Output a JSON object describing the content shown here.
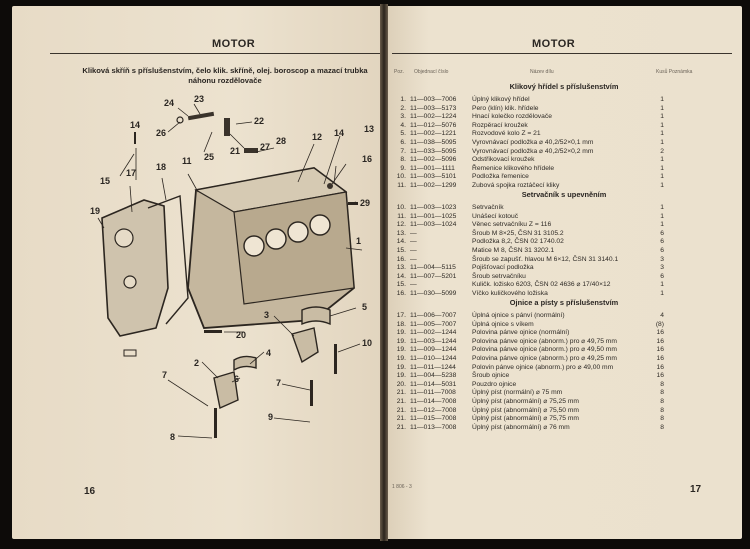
{
  "left_page": {
    "header": "MOTOR",
    "caption_line1": "Kliková skříň s příslušenstvím, čelo klik. skříně, olej. boroscop a mazací trubka",
    "caption_line2": "náhonu rozdělovače",
    "page_number": "16",
    "callouts": [
      "1",
      "2",
      "3",
      "4",
      "5",
      "6",
      "7",
      "7",
      "8",
      "9",
      "10",
      "11",
      "12",
      "13",
      "14",
      "14",
      "15",
      "16",
      "17",
      "18",
      "19",
      "20",
      "21",
      "22",
      "23",
      "24",
      "25",
      "26",
      "27",
      "28",
      "29"
    ]
  },
  "right_page": {
    "header": "MOTOR",
    "column_headers": {
      "position": "Poz.",
      "part_number": "Objednací číslo",
      "name": "Název dílu",
      "qty": "Kusů Poznámka"
    },
    "page_number": "17",
    "footer_code": "1 806 - 3",
    "sections": [
      {
        "title": "Klikový hřídel s příslušenstvím",
        "rows": [
          {
            "n": "1.",
            "part": "11—003—7006",
            "name": "Úplný klikový hřídel",
            "qty": "1"
          },
          {
            "n": "2.",
            "part": "11—003—5173",
            "name": "Pero (klín) klik. hřídele",
            "qty": "1"
          },
          {
            "n": "3.",
            "part": "11—002—1224",
            "name": "Hnací kolečko rozdělovače",
            "qty": "1"
          },
          {
            "n": "4.",
            "part": "11—012—5076",
            "name": "Rozpěrací kroužek",
            "qty": "1"
          },
          {
            "n": "5.",
            "part": "11—002—1221",
            "name": "Rozvodové kolo Z = 21",
            "qty": "1"
          },
          {
            "n": "6.",
            "part": "11—038—5095",
            "name": "Vyrovnávací podložka ⌀ 40,2/52×0,1 mm",
            "qty": "1"
          },
          {
            "n": "7.",
            "part": "11—033—5095",
            "name": "Vyrovnávací podložka ⌀ 40,2/52×0,2 mm",
            "qty": "2"
          },
          {
            "n": "8.",
            "part": "11—002—5096",
            "name": "Odstřikovací kroužek",
            "qty": "1"
          },
          {
            "n": "9.",
            "part": "11—001—1111",
            "name": "Řemenice klikového hřídele",
            "qty": "1"
          },
          {
            "n": "10.",
            "part": "11—003—5101",
            "name": "Podložka řemenice",
            "qty": "1"
          },
          {
            "n": "11.",
            "part": "11—002—1299",
            "name": "Zubová spojka roztáčecí kliky",
            "qty": "1"
          }
        ]
      },
      {
        "title": "Setrvačník s upevněním",
        "rows": [
          {
            "n": "10.",
            "part": "11—003—1023",
            "name": "Setrvačník",
            "qty": "1"
          },
          {
            "n": "11.",
            "part": "11—001—1025",
            "name": "Unášecí kotouč",
            "qty": "1"
          },
          {
            "n": "12.",
            "part": "11—003—1024",
            "name": "Věnec setrvačníku Z = 116",
            "qty": "1"
          },
          {
            "n": "13.",
            "part": "—",
            "name": "Šroub M 8×25, ČSN 31 3105.2",
            "qty": "6"
          },
          {
            "n": "14.",
            "part": "—",
            "name": "Podložka 8,2, ČSN 02 1740.02",
            "qty": "6"
          },
          {
            "n": "15.",
            "part": "—",
            "name": "Matice M 8, ČSN 31 3202.1",
            "qty": "6"
          },
          {
            "n": "16.",
            "part": "—",
            "name": "Šroub se zapušť. hlavou M 6×12, ČSN 31 3140.1",
            "qty": "3"
          },
          {
            "n": "13.",
            "part": "11—004—5115",
            "name": "Pojišťovací podložka",
            "qty": "3"
          },
          {
            "n": "14.",
            "part": "11—007—5201",
            "name": "Šroub setrvačníku",
            "qty": "6"
          },
          {
            "n": "15.",
            "part": "—",
            "name": "Kuličk. ložisko 6203, ČSN 02 4636 ⌀ 17/40×12",
            "qty": "1"
          },
          {
            "n": "16.",
            "part": "11—030—5099",
            "name": "Víčko kuličkového ložiska",
            "qty": "1"
          }
        ]
      },
      {
        "title": "Ojnice a písty s příslušenstvím",
        "rows": [
          {
            "n": "17.",
            "part": "11—006—7007",
            "name": "Úplná ojnice s pánví (normální)",
            "qty": "4"
          },
          {
            "n": "18.",
            "part": "11—005—7007",
            "name": "Úplná ojnice s víkem",
            "qty": "(8)"
          },
          {
            "n": "19.",
            "part": "11—002—1244",
            "name": "Polovina pánve ojnice (normální)",
            "qty": "16"
          },
          {
            "n": "19.",
            "part": "11—003—1244",
            "name": "Polovina pánve ojnice (abnorm.) pro ⌀ 49,75 mm",
            "qty": "16"
          },
          {
            "n": "19.",
            "part": "11—009—1244",
            "name": "Polovina pánve ojnice (abnorm.) pro ⌀ 49,50 mm",
            "qty": "16"
          },
          {
            "n": "19.",
            "part": "11—010—1244",
            "name": "Polovina pánve ojnice (abnorm.) pro ⌀ 49,25 mm",
            "qty": "16"
          },
          {
            "n": "19.",
            "part": "11—011—1244",
            "name": "Polovin pánve ojnice (abnorm.) pro ⌀ 49,00 mm",
            "qty": "16"
          },
          {
            "n": "19.",
            "part": "11—004—5238",
            "name": "Šroub ojnice",
            "qty": "16"
          },
          {
            "n": "20.",
            "part": "11—014—5031",
            "name": "Pouzdro ojnice",
            "qty": "8"
          },
          {
            "n": "21.",
            "part": "11—011—7008",
            "name": "Úplný píst (normální) ⌀ 75 mm",
            "qty": "8"
          },
          {
            "n": "21.",
            "part": "11—014—7008",
            "name": "Úplný píst (abnormální) ⌀ 75,25 mm",
            "qty": "8"
          },
          {
            "n": "21.",
            "part": "11—012—7008",
            "name": "Úplný píst (abnormální) ⌀ 75,50 mm",
            "qty": "8"
          },
          {
            "n": "21.",
            "part": "11—015—7008",
            "name": "Úplný píst (abnormální) ⌀ 75,75 mm",
            "qty": "8"
          },
          {
            "n": "21.",
            "part": "11—013—7008",
            "name": "Úplný píst (abnormální) ⌀ 76 mm",
            "qty": "8"
          }
        ]
      }
    ]
  }
}
